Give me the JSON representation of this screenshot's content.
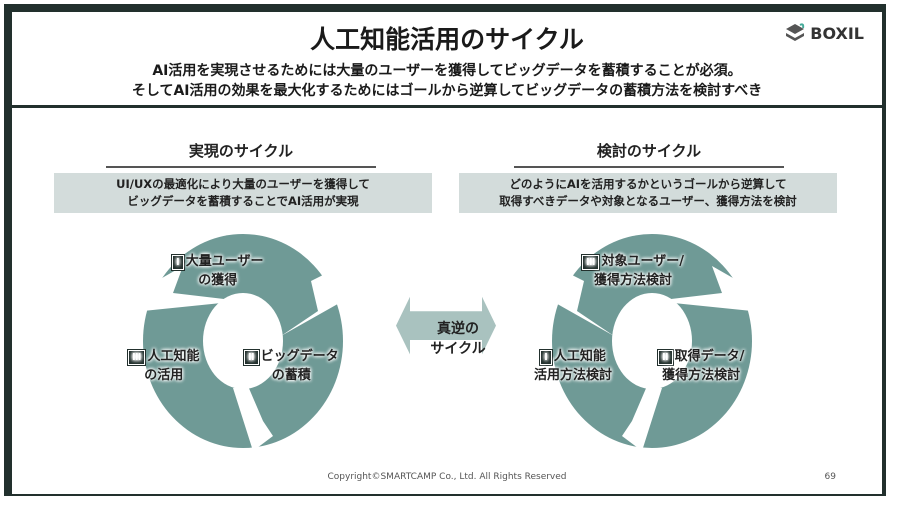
{
  "header": {
    "title": "人工知能活用のサイクル",
    "subtitle_line1": "AI活用を実現させるためには大量のユーザーを獲得してビッグデータを蓄積することが必須。",
    "subtitle_line2": "そしてAI活用の効果を最大化するためにはゴールから逆算してビッグデータの蓄積方法を検討すべき",
    "logo": "BOXIL"
  },
  "left": {
    "title": "実現のサイクル",
    "desc_line1": "UI/UXの最適化により大量のユーザーを獲得して",
    "desc_line2": "ビッグデータを蓄積することでAI活用が実現",
    "steps": [
      {
        "num": "Ⅰ",
        "l1": "大量ユーザー",
        "l2": "の獲得"
      },
      {
        "num": "Ⅱ",
        "l1": "ビッグデータ",
        "l2": "の蓄積"
      },
      {
        "num": "Ⅲ",
        "l1": "人工知能",
        "l2": "の活用"
      }
    ]
  },
  "right": {
    "title": "検討のサイクル",
    "desc_line1": "どのようにAIを活用するかというゴールから逆算して",
    "desc_line2": "取得すべきデータや対象となるユーザー、獲得方法を検討",
    "steps": [
      {
        "num": "Ⅰ",
        "l1": "人工知能",
        "l2": "活用方法検討"
      },
      {
        "num": "Ⅱ",
        "l1": "取得データ/",
        "l2": "獲得方法検討"
      },
      {
        "num": "Ⅲ",
        "l1": "対象ユーザー/",
        "l2": "獲得方法検討"
      }
    ]
  },
  "middle": {
    "l1": "真逆の",
    "l2": "サイクル"
  },
  "footer": {
    "copyright": "Copyright©SMARTCAMP Co., Ltd. All Rights Reserved",
    "page": "69"
  },
  "colors": {
    "ring": "#6f9a96",
    "arrow": "#a9c2bf",
    "dark": "#22302d"
  }
}
